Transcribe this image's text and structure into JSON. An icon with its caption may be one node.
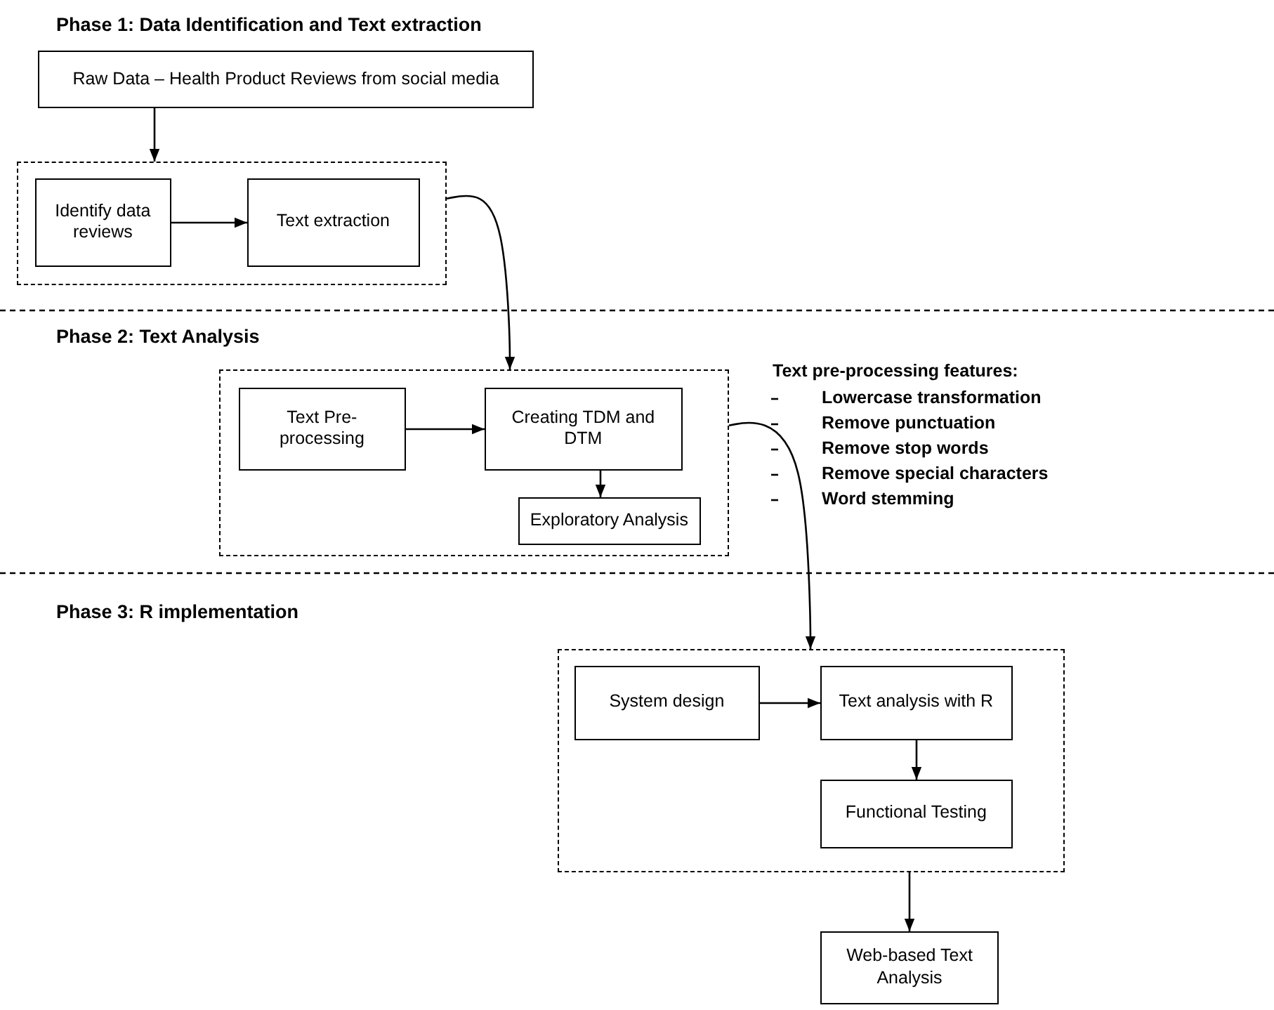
{
  "diagram": {
    "nodes": [
      {
        "text": [
          "Raw Data – Health Product Reviews from social media"
        ]
      },
      {
        "text": [],
        "shape": "box"
      },
      {
        "text": [
          "Identify data reviews"
        ],
        "in": 1
      },
      {
        "text": [
          "Text extraction"
        ],
        "in": 1
      },
      {
        "text": [],
        "shape": "box"
      },
      {
        "text": [
          "Text Pre-processing"
        ],
        "in": 4
      },
      {
        "text": [
          "Creating TDM and DTM"
        ],
        "in": 4
      },
      {
        "text": [
          "Exploratory Analysis"
        ],
        "in": 4
      },
      {
        "text": [],
        "shape": "box"
      },
      {
        "text": [
          "System design"
        ],
        "in": 8
      },
      {
        "text": [
          "Text analysis with R"
        ],
        "in": 8
      },
      {
        "text": [
          "Functional Testing"
        ],
        "in": 8
      },
      {
        "text": [
          "Web-based Text Analysis"
        ]
      }
    ],
    "edges": [
      {
        "from": 0,
        "to": 1,
        "arrow": "to"
      },
      {
        "from": 2,
        "to": 3,
        "arrow": "to"
      },
      {
        "from": 1,
        "to": 4,
        "arrow": "to"
      },
      {
        "from": 5,
        "to": 6,
        "arrow": "to"
      },
      {
        "from": 6,
        "to": 7,
        "arrow": "to"
      },
      {
        "from": 4,
        "to": 8,
        "arrow": "to"
      },
      {
        "from": 9,
        "to": 10,
        "arrow": "to"
      },
      {
        "from": 10,
        "to": 11,
        "arrow": "to"
      },
      {
        "from": 8,
        "to": 12,
        "arrow": "to"
      }
    ],
    "labels": [
      "Phase 1: Data Identification and Text extraction",
      "Phase 2: Text Analysis",
      "Text pre-processing features:",
      "Lowercase transformation",
      "Remove punctuation",
      "Remove stop words",
      "Remove special characters",
      "Word stemming",
      "Phase 3: R implementation"
    ]
  }
}
